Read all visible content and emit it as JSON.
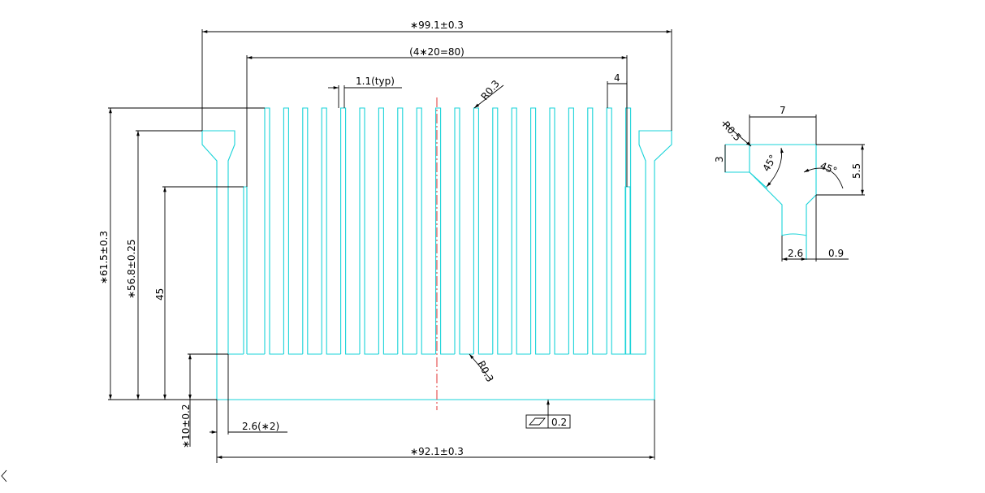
{
  "dimensions": {
    "overall_width": "∗99.1±0.3",
    "fin_span": "(4∗20=80)",
    "fin_thickness": "1.1(typ)",
    "end_offset": "4",
    "fin_tip_radius": "R0.3",
    "fin_root_radius": "R0.3",
    "overall_height": "∗61.5±0.3",
    "mid_height": "∗56.8±0.25",
    "fin_height": "45",
    "base_thickness": "∗10±0.2",
    "wall_thickness": "2.6(∗2)",
    "base_width": "∗92.1±0.3",
    "flatness_value": "0.2"
  },
  "detail": {
    "top_width": "7",
    "corner_radius": "R0.5",
    "left_height": "3",
    "right_height": "5.5",
    "angle_left": "45°",
    "angle_right": "45°",
    "bottom_left": "2.6",
    "bottom_right": "0.9"
  }
}
